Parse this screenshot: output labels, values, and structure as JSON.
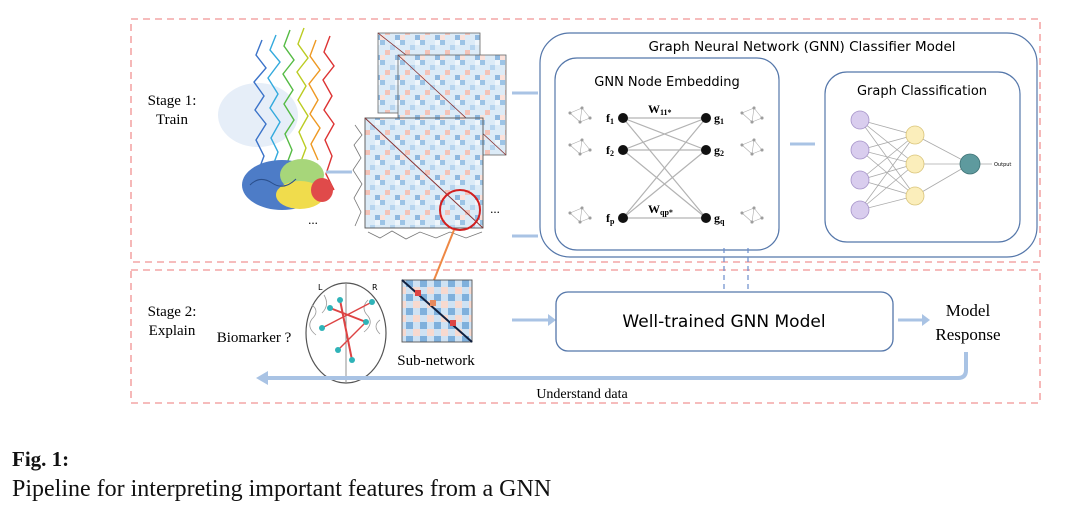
{
  "stage1": {
    "line1": "Stage 1:",
    "line2": "Train"
  },
  "stage2": {
    "line1": "Stage 2:",
    "line2": "Explain"
  },
  "gnn_model": {
    "title": "Graph Neural Network (GNN) Classifier Model"
  },
  "embedding": {
    "title": "GNN Node Embedding",
    "inputs": [
      "f",
      "f",
      "f"
    ],
    "input_subs": [
      "1",
      "2",
      "p"
    ],
    "outputs": [
      "g",
      "g",
      "g"
    ],
    "output_subs": [
      "1",
      "2",
      "q"
    ],
    "weight_top": "W",
    "weight_top_sub": "11*",
    "weight_bottom": "W",
    "weight_bottom_sub": "qp*"
  },
  "classification": {
    "title": "Graph Classification",
    "output_label": "Output"
  },
  "ellipsis": "...",
  "explain": {
    "biomarker": "Biomarker ?",
    "subnetwork": "Sub-network",
    "trained_model": "Well-trained GNN Model",
    "response_line1": "Model",
    "response_line2": "Response",
    "understand": "Understand data",
    "brain_left": "L",
    "brain_right": "R"
  },
  "caption": {
    "label": "Fig. 1:",
    "text": "Pipeline for interpreting important features from a GNN"
  },
  "colors": {
    "dashed_border": "#f4a6a6",
    "arrow": "#a9c3e4",
    "box_border": "#5577aa",
    "input_node": "#d9cdee",
    "hidden_node": "#fbeebb",
    "output_node": "#5e9a9e",
    "highlight": "#d22020",
    "connector": "#ee8844"
  }
}
